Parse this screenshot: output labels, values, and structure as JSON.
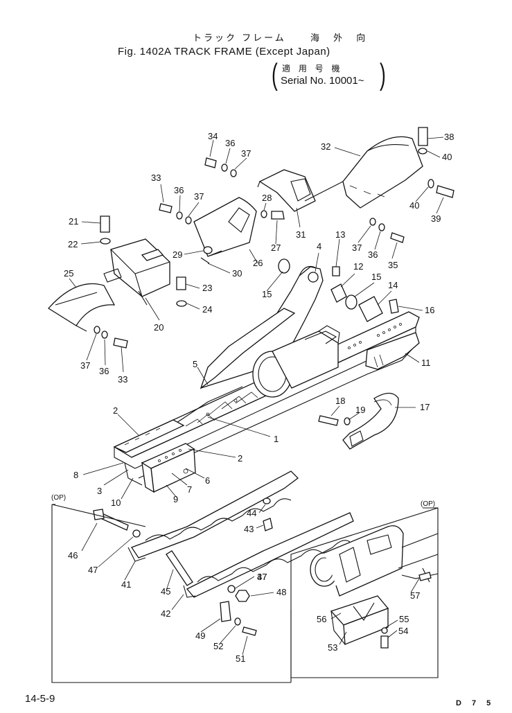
{
  "header": {
    "jp_title": "トラック フレーム",
    "jp_market": "海 外 向",
    "title": "Fig. 1402A   TRACK FRAME (Except Japan)",
    "applicable_jp": "適 用 号 機",
    "serial": "Serial No. 10001~"
  },
  "footer": {
    "page": "14-5-9",
    "model": "D 7 5"
  },
  "option_tag": "(OP)",
  "callouts": [
    "1",
    "2",
    "2",
    "3",
    "4",
    "5",
    "6",
    "7",
    "8",
    "9",
    "10",
    "11",
    "12",
    "13",
    "14",
    "15",
    "15",
    "16",
    "17",
    "18",
    "19",
    "20",
    "21",
    "22",
    "23",
    "24",
    "25",
    "26",
    "27",
    "28",
    "29",
    "30",
    "31",
    "32",
    "33",
    "33",
    "34",
    "35",
    "36",
    "36",
    "36",
    "36",
    "37",
    "37",
    "37",
    "37",
    "37",
    "38",
    "39",
    "40",
    "40",
    "41",
    "42",
    "43",
    "44",
    "45",
    "46",
    "47",
    "47",
    "48",
    "49",
    "51",
    "52",
    "53",
    "54",
    "55",
    "56",
    "57"
  ]
}
